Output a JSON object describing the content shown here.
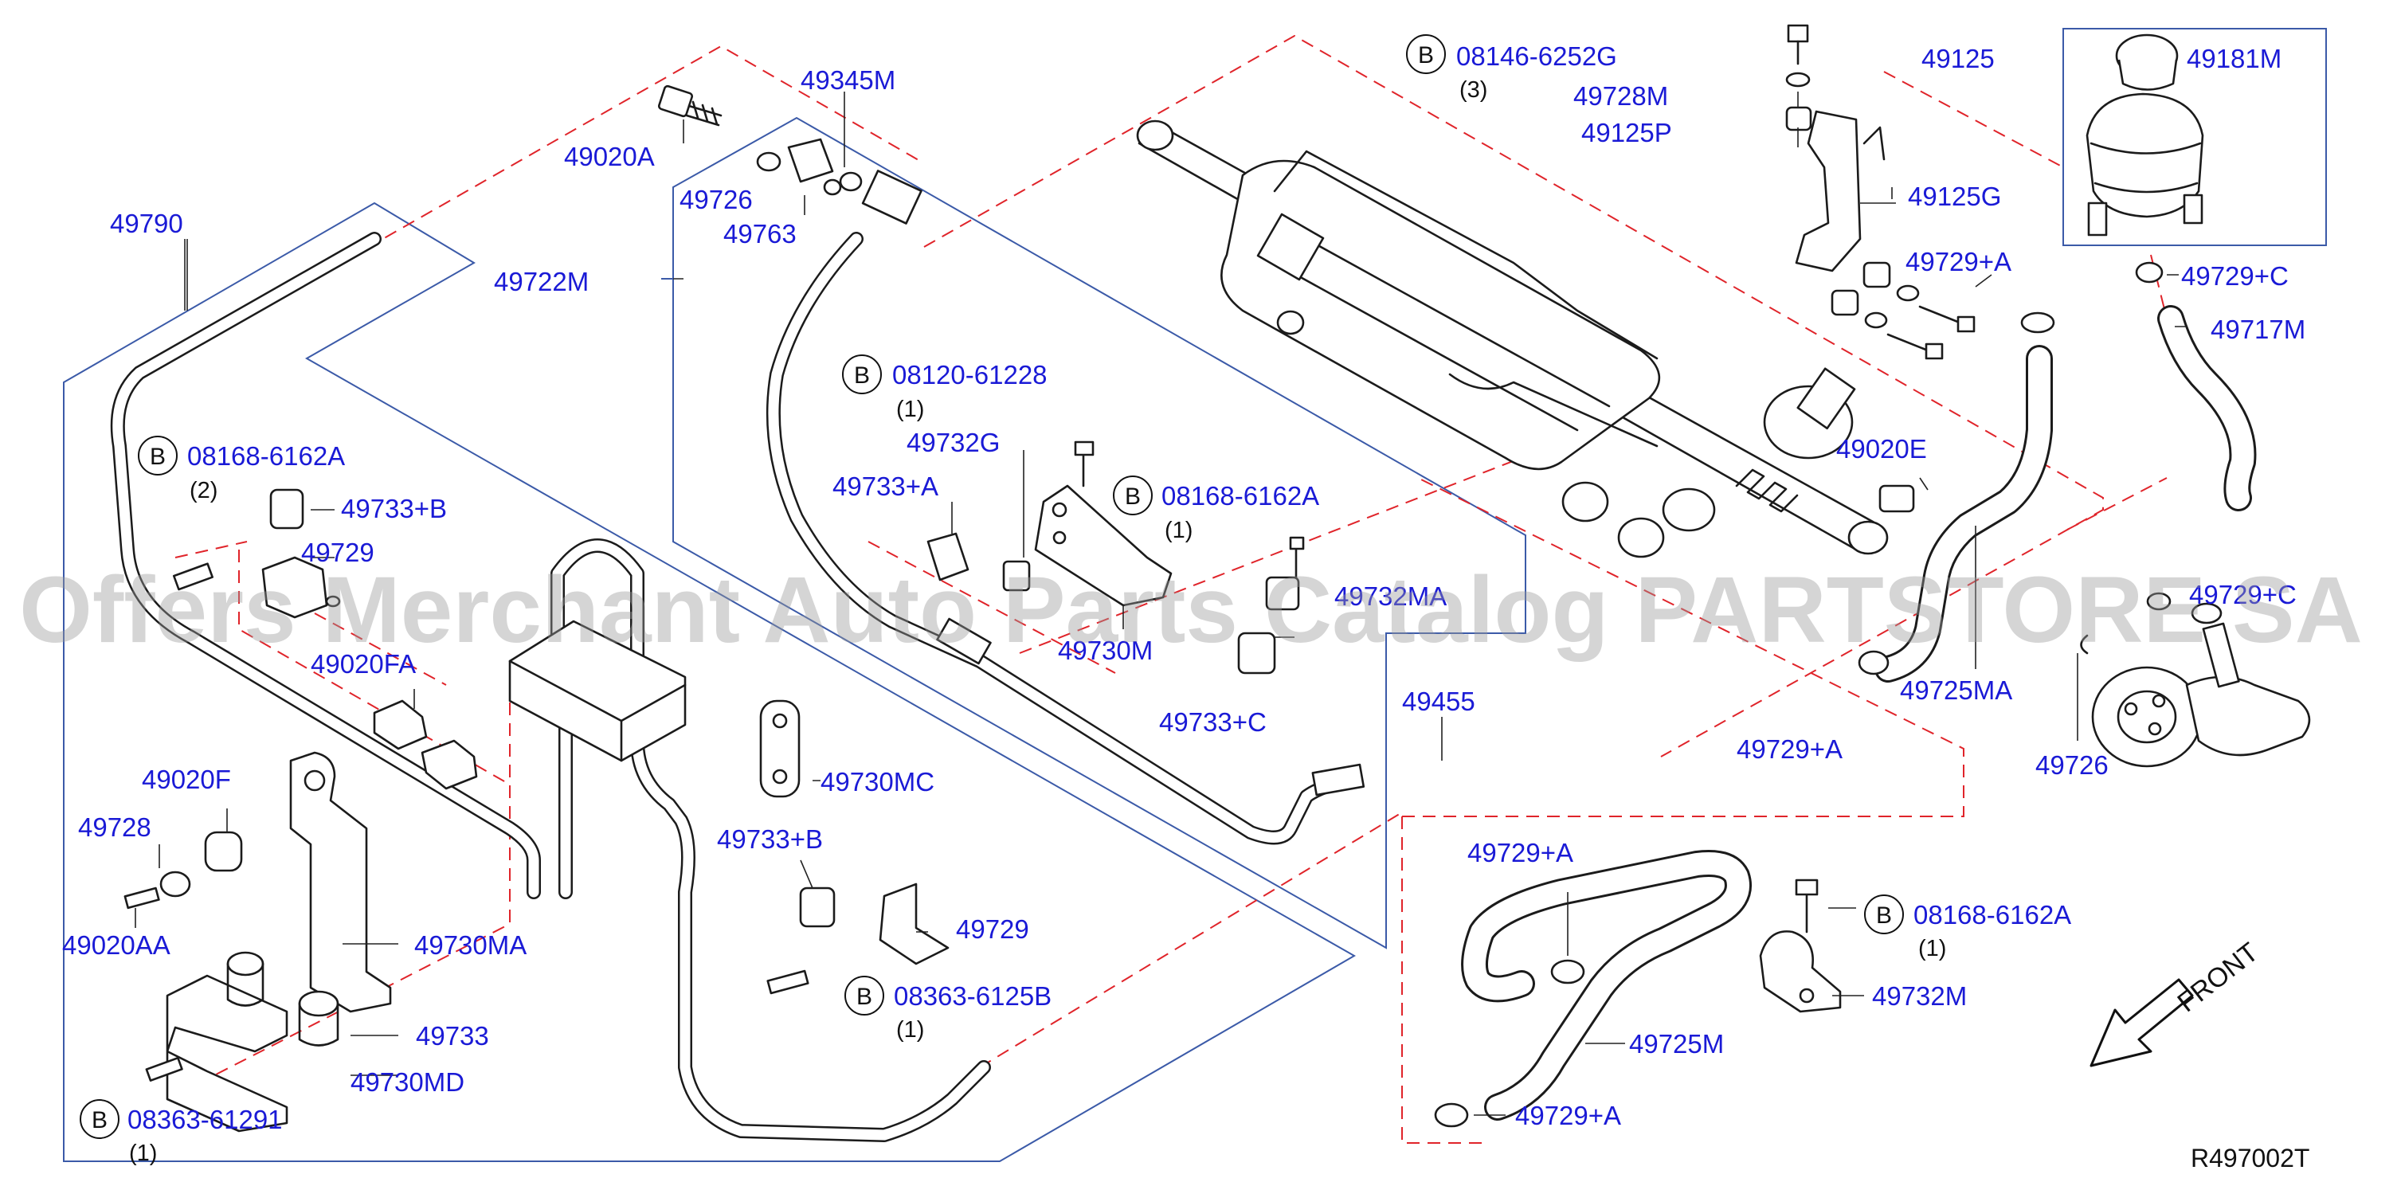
{
  "watermark": "Offers Merchant Auto Parts Catalog PARTSTORE SA",
  "diagram_ref": "R497002T",
  "front_label": "FRONT",
  "bolt_symbol": "B",
  "labels": [
    {
      "id": "49790",
      "text": "49790"
    },
    {
      "id": "49020A",
      "text": "49020A"
    },
    {
      "id": "49345M",
      "text": "49345M"
    },
    {
      "id": "49726_top",
      "text": "49726"
    },
    {
      "id": "49763",
      "text": "49763"
    },
    {
      "id": "49722M",
      "text": "49722M"
    },
    {
      "id": "49728M",
      "text": "49728M"
    },
    {
      "id": "49125P",
      "text": "49125P"
    },
    {
      "id": "49125",
      "text": "49125"
    },
    {
      "id": "49181M",
      "text": "49181M"
    },
    {
      "id": "49125G",
      "text": "49125G"
    },
    {
      "id": "49729A_top",
      "text": "49729+A"
    },
    {
      "id": "49729C_top",
      "text": "49729+C"
    },
    {
      "id": "49717M",
      "text": "49717M"
    },
    {
      "id": "49733B_left",
      "text": "49733+B"
    },
    {
      "id": "49729_left",
      "text": "49729"
    },
    {
      "id": "49732G",
      "text": "49732G"
    },
    {
      "id": "49733A",
      "text": "49733+A"
    },
    {
      "id": "49730M",
      "text": "49730M"
    },
    {
      "id": "49732MA",
      "text": "49732MA"
    },
    {
      "id": "49733C",
      "text": "49733+C"
    },
    {
      "id": "49020E",
      "text": "49020E"
    },
    {
      "id": "49729C_mid",
      "text": "49729+C"
    },
    {
      "id": "49725MA",
      "text": "49725MA"
    },
    {
      "id": "49726_right",
      "text": "49726"
    },
    {
      "id": "49020FA",
      "text": "49020FA"
    },
    {
      "id": "49455",
      "text": "49455"
    },
    {
      "id": "49729A_mid",
      "text": "49729+A"
    },
    {
      "id": "49020F",
      "text": "49020F"
    },
    {
      "id": "49728",
      "text": "49728"
    },
    {
      "id": "49730MC",
      "text": "49730MC"
    },
    {
      "id": "49733B_mid",
      "text": "49733+B"
    },
    {
      "id": "49729_mid",
      "text": "49729"
    },
    {
      "id": "49020AA",
      "text": "49020AA"
    },
    {
      "id": "49730MA",
      "text": "49730MA"
    },
    {
      "id": "49733",
      "text": "49733"
    },
    {
      "id": "49730MD",
      "text": "49730MD"
    },
    {
      "id": "49729A_low1",
      "text": "49729+A"
    },
    {
      "id": "49725M",
      "text": "49725M"
    },
    {
      "id": "49729A_low2",
      "text": "49729+A"
    },
    {
      "id": "49732M",
      "text": "49732M"
    }
  ],
  "bolts": [
    {
      "id": "b1",
      "code": "08146-6252G",
      "qty": "(3)"
    },
    {
      "id": "b2",
      "code": "08120-61228",
      "qty": "(1)"
    },
    {
      "id": "b3",
      "code": "08168-6162A",
      "qty": "(2)"
    },
    {
      "id": "b4",
      "code": "08168-6162A",
      "qty": "(1)"
    },
    {
      "id": "b5",
      "code": "08363-6125B",
      "qty": "(1)"
    },
    {
      "id": "b6",
      "code": "08363-61291",
      "qty": "(1)"
    },
    {
      "id": "b7",
      "code": "08168-6162A",
      "qty": "(1)"
    }
  ]
}
